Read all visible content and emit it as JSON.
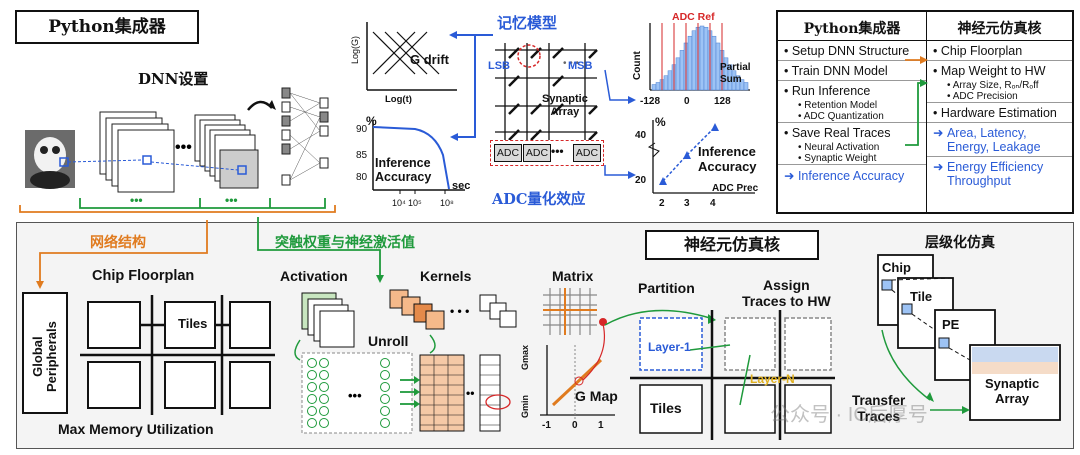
{
  "top": {
    "python_integrator_title": "Python集成器",
    "dnn_setup": "DNN设置",
    "dots": "•••"
  },
  "memory_model": {
    "title": "记忆模型",
    "g_drift": "G drift",
    "log_g": "Log(G)",
    "log_t": "Log(t)",
    "percent": "%",
    "acc_ticks": [
      "90",
      "85",
      "80"
    ],
    "inference_accuracy": "Inference\nAccuracy",
    "sec": "sec",
    "time_ticks": [
      "10⁴",
      "10⁵",
      "10⁸"
    ]
  },
  "array": {
    "lsb": "LSB",
    "msb": "MSB",
    "synaptic_array": "Synaptic\nArray",
    "adc": "ADC",
    "dots": "•••",
    "adc_quant_title": "ADC量化效应"
  },
  "adc_hist": {
    "adc_ref": "ADC Ref",
    "count": "Count",
    "partial_sum": "Partial\nSum",
    "ticks": [
      "-128",
      "0",
      "128"
    ]
  },
  "adc_prec": {
    "percent": "%",
    "y_ticks": [
      "40",
      "20"
    ],
    "inference_accuracy": "Inference\nAccuracy",
    "x_label": "ADC Prec",
    "x_ticks": [
      "2",
      "3",
      "4"
    ]
  },
  "table": {
    "col1_header": "Python集成器",
    "col2_header": "神经元仿真核",
    "col1_rows": [
      {
        "text": "• Setup DNN Structure",
        "subs": []
      },
      {
        "text": "• Train DNN Model",
        "subs": []
      },
      {
        "text": "• Run Inference",
        "subs": [
          "• Retention Model",
          "• ADC Quantization"
        ]
      },
      {
        "text": "• Save Real Traces",
        "subs": [
          "• Neural Activation",
          "• Synaptic Weight"
        ]
      }
    ],
    "col1_arrow_item": "Inference Accuracy",
    "col2_rows": [
      {
        "text": "• Chip Floorplan",
        "subs": []
      },
      {
        "text": "• Map Weight to HW",
        "subs": [
          "• Array Size, Rₒₙ/Rₒff",
          "• ADC Precision"
        ]
      },
      {
        "text": "• Hardware Estimation",
        "subs": []
      }
    ],
    "col2_arrow_items": [
      "Area, Latency,\nEnergy, Leakage",
      "Energy Efficiency\nThroughput"
    ]
  },
  "bottom": {
    "network_structure": "网络结构",
    "synaptic_weights": "突触权重与神经激活值",
    "neuro_sim_core": "神经元仿真核",
    "hier_sim": "层级化仿真",
    "chip_floorplan": "Chip Floorplan",
    "global_peripherals": "Global\nPeripherals",
    "tiles": "Tiles",
    "max_mem": "Max Memory Utilization",
    "activation": "Activation",
    "kernels": "Kernels",
    "unroll": "Unroll",
    "matrix": "Matrix",
    "g_map": "G Map",
    "gmax": "Gmax",
    "gmin": "Gmin",
    "gmap_ticks": [
      "-1",
      "0",
      "1"
    ],
    "partition": "Partition",
    "assign_traces": "Assign\nTraces to HW",
    "layer1": "Layer-1",
    "layern": "Layer-N",
    "tiles2": "Tiles",
    "transfer_traces": "Transfer\nTraces",
    "chip": "Chip",
    "tile": "Tile",
    "pe": "PE",
    "synaptic_array": "Synaptic\nArray",
    "watermark": "公众号 · IC后厚号"
  },
  "colors": {
    "blue": "#2a5bd7",
    "green": "#1f9a3c",
    "orange": "#e07b1f",
    "red": "#d62728"
  }
}
